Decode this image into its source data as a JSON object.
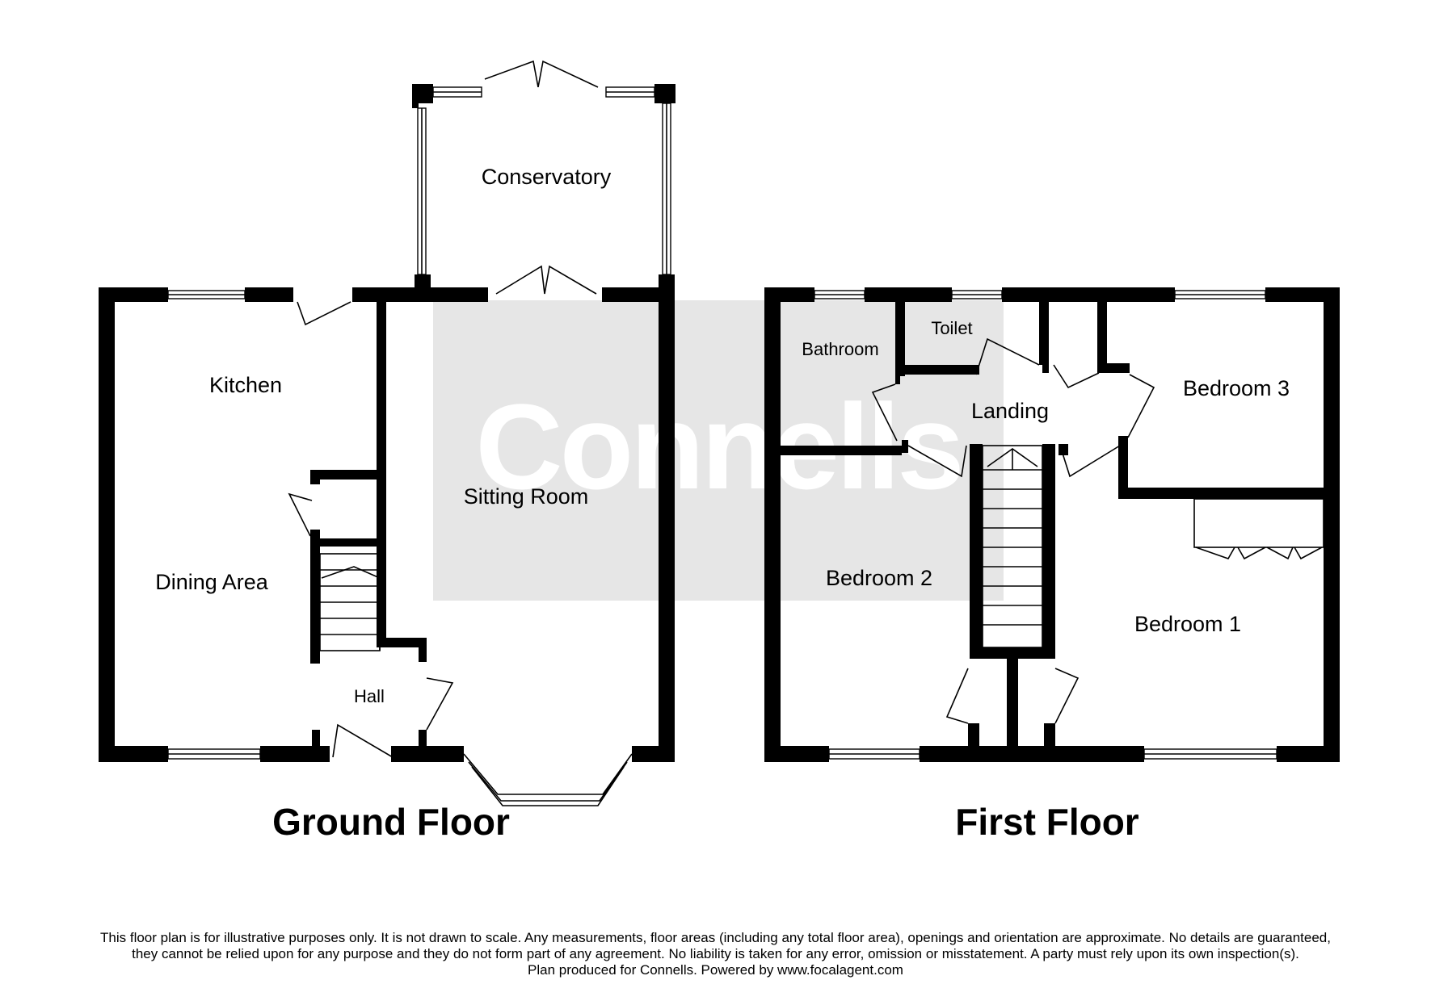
{
  "watermark": "Connells",
  "floors": {
    "ground": {
      "title": "Ground Floor",
      "rooms": {
        "conservatory": "Conservatory",
        "kitchen": "Kitchen",
        "sitting_room": "Sitting Room",
        "dining_area": "Dining Area",
        "hall": "Hall"
      }
    },
    "first": {
      "title": "First Floor",
      "rooms": {
        "bathroom": "Bathroom",
        "toilet": "Toilet",
        "landing": "Landing",
        "bedroom_3": "Bedroom 3",
        "bedroom_2": "Bedroom 2",
        "bedroom_1": "Bedroom 1"
      }
    }
  },
  "disclaimer": {
    "line1": "This floor plan is for illustrative purposes only. It is not drawn to scale. Any measurements, floor areas (including any total floor area), openings and orientation are approximate. No details are guaranteed,",
    "line2": "they cannot be relied upon for any purpose and they do not form part of any agreement. No liability is taken for any error, omission or misstatement. A party must rely upon its own inspection(s).",
    "line3": "Plan produced for Connells. Powered by www.focalagent.com"
  },
  "colors": {
    "wall": "#000000",
    "watermark_box": "#e6e6e6",
    "background": "#ffffff"
  }
}
